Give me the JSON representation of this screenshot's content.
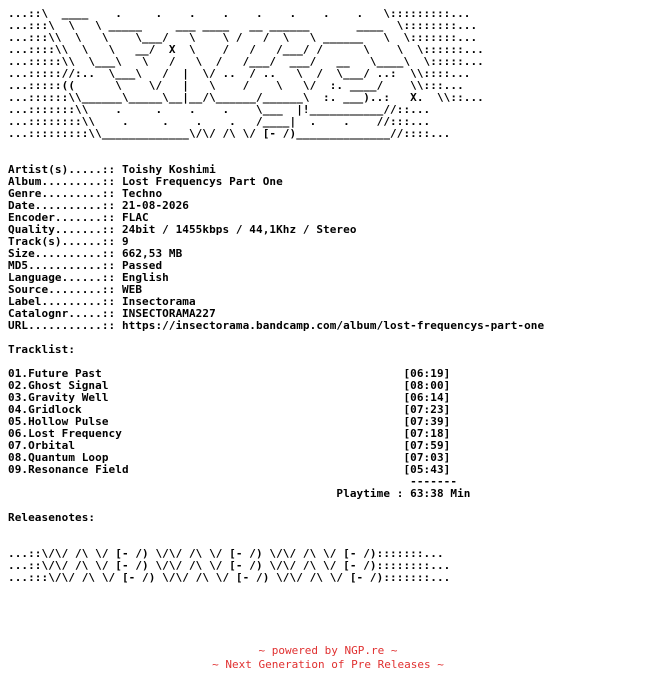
{
  "nfo_text": "...::\\  ____    .     .    .    .    .    .    .    .   \\:::::::::...\n...:::\\  \\   \\ _____     ___ ____   __ ______       ____  \\::::::::...\n...:::\\\\  \\   \\    \\___/   \\    \\ /   /  \\   \\ ______   \\  \\:::::::...\n...::::\\\\  \\   \\   __/  X  \\    /   /   /___/ /      \\    \\  \\::::::...\n...:::::\\\\  \\___\\   \\   /   \\  /   /___/  ___/   __   \\____\\  \\:::::...\n...::::://:..  \\___\\   /  |  \\/ ..  / ..   \\  /  \\___/ ..:  \\\\::::...\n...:::::((      \\    \\/   |   \\    /    \\   \\/  :. ____/    \\\\:::...\n...::::::\\\\______\\_____\\__|__/\\______/______\\  :. ___)..:   X.  \\\\::...\n...:::::::\\\\    .     .    .    .    \\___  |!___________//::...\n...::::::::\\\\    .     .    .    .   /____|  .    .    //:::...\n...:::::::::\\\\_____________\\/\\/ /\\ \\/ [- /)______________//::::...\n\n\nArtist(s).....:: Toishy Koshimi\nAlbum.........:: Lost Frequencys Part One\nGenre.........:: Techno\nDate..........:: 21-08-2026\nEncoder.......:: FLAC\nQuality.......:: 24bit / 1455kbps / 44,1Khz / Stereo\nTrack(s)......:: 9\nSize..........:: 662,53 MB\nMD5...........:: Passed\nLanguage......:: English\nSource........:: WEB\nLabel.........:: Insectorama\nCatalognr.....:: INSECTORAMA227\nURL...........:: https://insectorama.bandcamp.com/album/lost-frequencys-part-one\n\nTracklist:\n\n01.Future Past                                             [06:19]\n02.Ghost Signal                                            [08:00]\n03.Gravity Well                                            [06:14]\n04.Gridlock                                                [07:23]\n05.Hollow Pulse                                            [07:39]\n06.Lost Frequency                                          [07:18]\n07.Orbital                                                 [07:59]\n08.Quantum Loop                                            [07:03]\n09.Resonance Field                                         [05:43]\n                                                            -------\n                                                 Playtime : 63:38 Min\n\nReleasenotes:\n\n\n...::\\/\\/ /\\ \\/ [- /) \\/\\/ /\\ \\/ [- /) \\/\\/ /\\ \\/ [- /):::::::...\n...::\\/\\/ /\\ \\/ [- /) \\/\\/ /\\ \\/ [- /) \\/\\/ /\\ \\/ [- /)::::::::...\n...:::\\/\\/ /\\ \\/ [- /) \\/\\/ /\\ \\/ [- /) \\/\\/ /\\ \\/ [- /):::::::...",
  "footer": {
    "line1": "~ powered by NGP.re ~",
    "line2": "~ Next Generation of Pre Releases ~",
    "color": "#e03030"
  }
}
